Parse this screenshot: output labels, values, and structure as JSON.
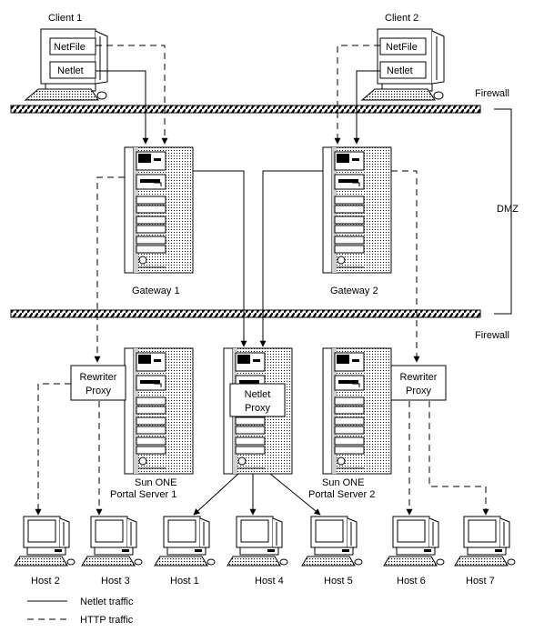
{
  "clients": [
    {
      "label": "Client 1",
      "netfile": "NetFile",
      "netlet": "Netlet"
    },
    {
      "label": "Client 2",
      "netfile": "NetFile",
      "netlet": "Netlet"
    }
  ],
  "zones": {
    "firewall_top": "Firewall",
    "dmz": "DMZ",
    "firewall_bottom": "Firewall"
  },
  "gateways": [
    "Gateway 1",
    "Gateway 2"
  ],
  "proxies": {
    "rewriter_left": [
      "Rewriter",
      "Proxy"
    ],
    "netlet": [
      "Netlet",
      "Proxy"
    ],
    "rewriter_right": [
      "Rewriter",
      "Proxy"
    ]
  },
  "portal_servers": [
    [
      "Sun ONE",
      "Portal Server 1"
    ],
    [
      "Sun ONE",
      "Portal Server 2"
    ]
  ],
  "hosts": [
    "Host 2",
    "Host 3",
    "Host 1",
    "Host 4",
    "Host 5",
    "Host 6",
    "Host 7"
  ],
  "legend": {
    "netlet": "Netlet traffic",
    "http": "HTTP traffic"
  }
}
